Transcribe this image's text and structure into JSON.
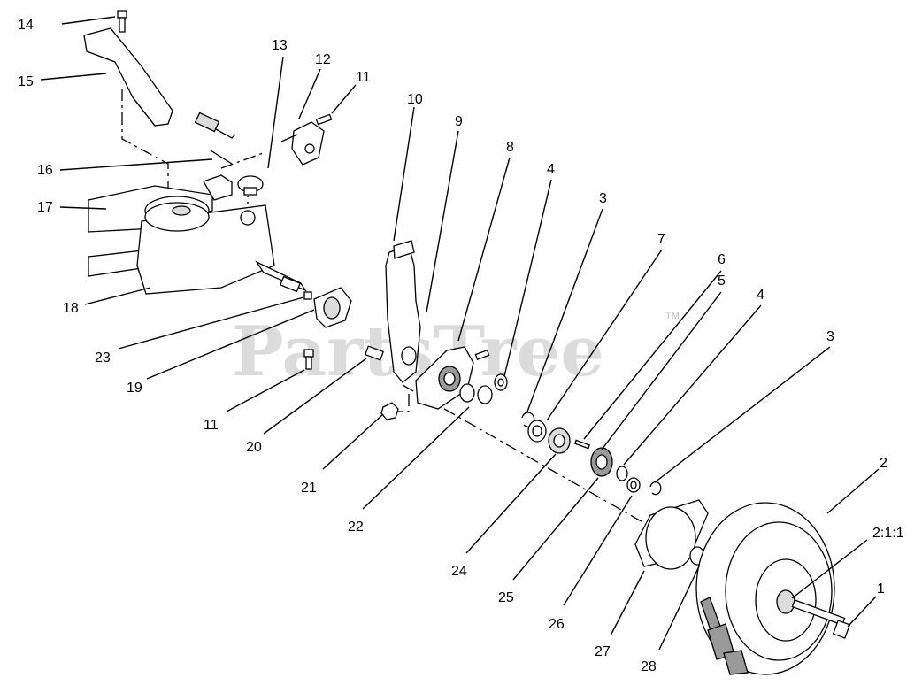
{
  "watermark": {
    "text": "PartsTree",
    "trademark": "TM"
  },
  "callouts": [
    "14",
    "15",
    "13",
    "12",
    "11",
    "10",
    "9",
    "8",
    "4",
    "3",
    "7",
    "6",
    "5",
    "4",
    "3",
    "16",
    "17",
    "18",
    "23",
    "19",
    "11",
    "20",
    "21",
    "22",
    "24",
    "25",
    "26",
    "27",
    "28",
    "2",
    "2:1:1",
    "1"
  ]
}
